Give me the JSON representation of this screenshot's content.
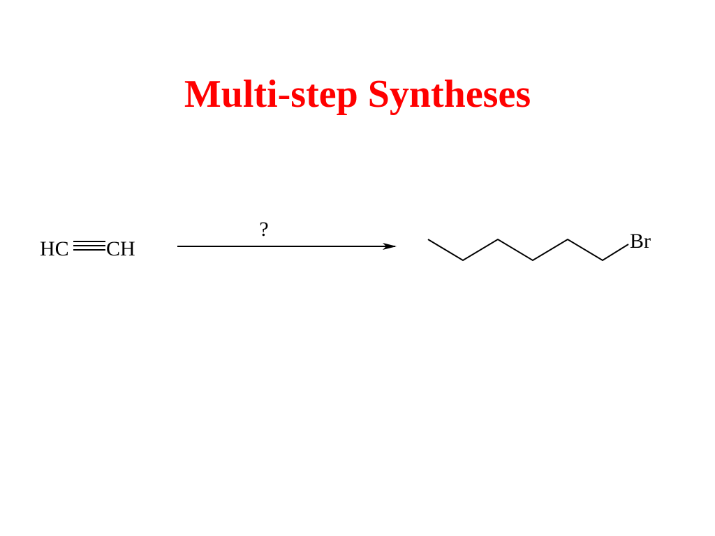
{
  "slide": {
    "title": "Multi-step Syntheses",
    "title_color": "#ff0000"
  },
  "reaction": {
    "reactant": {
      "left_group": "HC",
      "bond": "triple",
      "right_group": "CH"
    },
    "arrow_label": "?",
    "product": {
      "substituent": "Br",
      "chain_bonds": 6
    }
  }
}
